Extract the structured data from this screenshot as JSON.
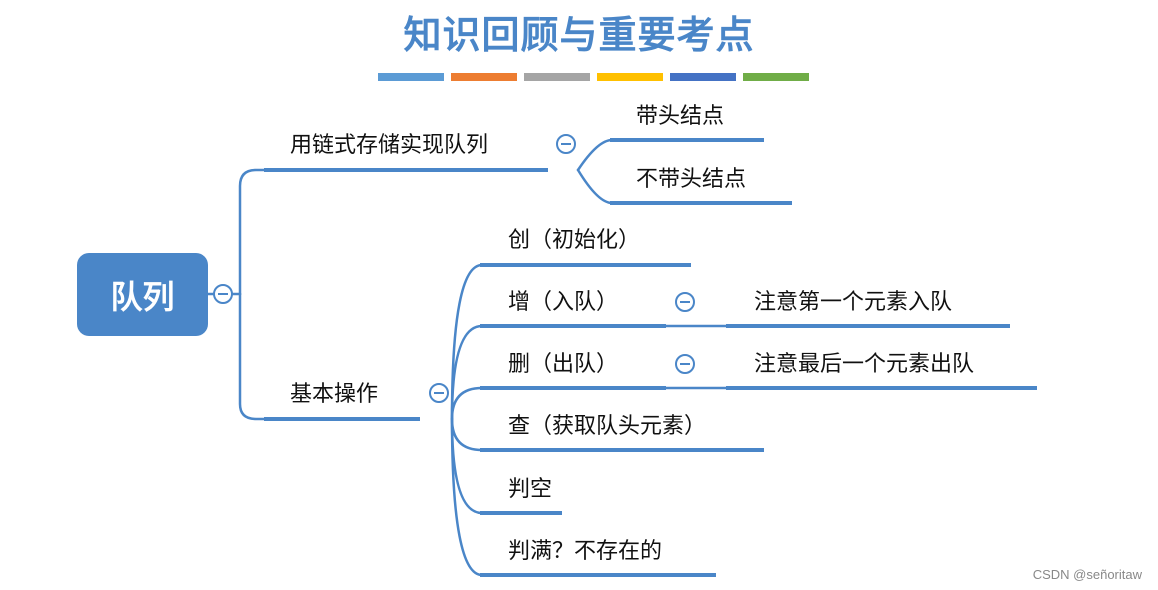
{
  "header": {
    "title": "知识回顾与重要考点",
    "bar_colors": [
      "#5b9bd5",
      "#ed7d31",
      "#a5a5a5",
      "#ffc000",
      "#4472c4",
      "#70ad47"
    ]
  },
  "mindmap": {
    "root": "队列",
    "branch_linked": {
      "label": "用链式存储实现队列",
      "children": [
        "带头结点",
        "不带头结点"
      ]
    },
    "branch_ops": {
      "label": "基本操作",
      "children": [
        "创（初始化）",
        "增（入队）",
        "删（出队）",
        "查（获取队头元素）",
        "判空",
        "判满？不存在的"
      ],
      "enqueue_note": "注意第一个元素入队",
      "dequeue_note": "注意最后一个元素出队"
    }
  },
  "colors": {
    "line": "#4a86c8",
    "root_fill": "#4a86c8"
  },
  "footer": {
    "credit": "CSDN @señoritaw"
  }
}
